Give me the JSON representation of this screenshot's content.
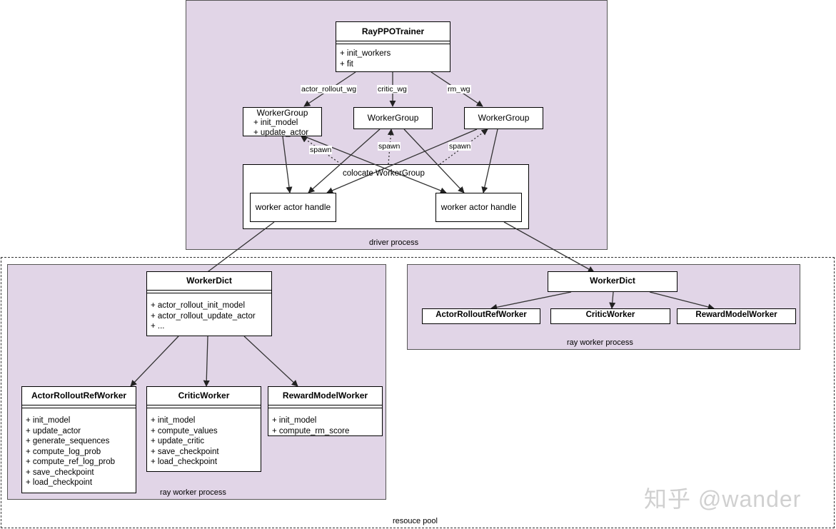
{
  "regions": {
    "driver_label": "driver process",
    "pool_label": "resouce pool",
    "ray_left_label": "ray worker process",
    "ray_right_label": "ray worker process",
    "colocate_label": "colocate WorkerGroup"
  },
  "trainer": {
    "name": "RayPPOTrainer",
    "methods": [
      "+ init_workers",
      "+ fit"
    ]
  },
  "worker_groups": {
    "left_title": "WorkerGroup",
    "left_methods": [
      "+ init_model",
      "+ update_actor"
    ],
    "middle_title": "WorkerGroup",
    "right_title": "WorkerGroup"
  },
  "edges": {
    "actor_rollout_wg": "actor_rollout_wg",
    "critic_wg": "critic_wg",
    "rm_wg": "rm_wg",
    "spawn_left": "spawn",
    "spawn_middle": "spawn",
    "spawn_right": "spawn"
  },
  "handles": {
    "left": "worker actor handle",
    "right": "worker actor handle"
  },
  "left_dict": {
    "name": "WorkerDict",
    "methods": [
      "+ actor_rollout_init_model",
      "+ actor_rollout_update_actor",
      "+ ..."
    ]
  },
  "actor_worker": {
    "name": "ActorRolloutRefWorker",
    "methods": [
      "+ init_model",
      "+ update_actor",
      "+ generate_sequences",
      "+ compute_log_prob",
      "+ compute_ref_log_prob",
      "+ save_checkpoint",
      "+ load_checkpoint"
    ]
  },
  "critic_worker": {
    "name": "CriticWorker",
    "methods": [
      "+ init_model",
      "+ compute_values",
      "+ update_critic",
      "+ save_checkpoint",
      "+ load_checkpoint"
    ]
  },
  "reward_worker": {
    "name": "RewardModelWorker",
    "methods": [
      "+ init_model",
      "+ compute_rm_score"
    ]
  },
  "right_dict": {
    "name": "WorkerDict",
    "children": [
      "ActorRolloutRefWorker",
      "CriticWorker",
      "RewardModelWorker"
    ]
  },
  "watermark": "知乎 @wander"
}
